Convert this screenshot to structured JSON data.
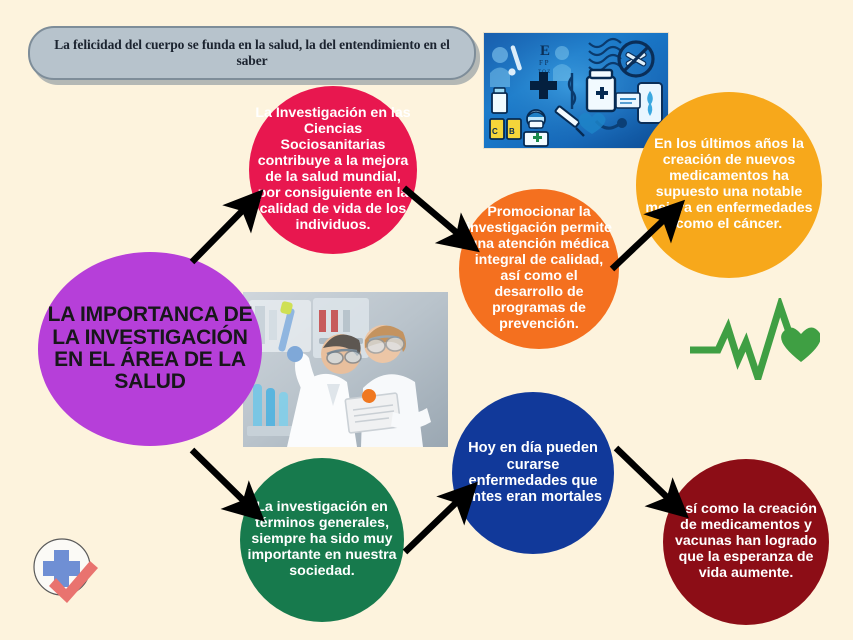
{
  "page": {
    "background_color": "#fdf3dd",
    "title": "La importancia de la investigación en el área de la salud"
  },
  "quote_banner": {
    "text": "La felicidad del cuerpo se funda en la salud, la del entendimiento en el saber",
    "background_color": "#b7c3cc",
    "border_color": "#7e8d99",
    "text_color": "#1c2430"
  },
  "center_bubble": {
    "text": "LA IMPORTANCA DE LA INVESTIGACIÓN EN EL ÁREA DE LA SALUD",
    "color": "#b63fd9",
    "text_color": "#17171a"
  },
  "bubbles": [
    {
      "id": "pink",
      "text": "La Investigación en las Ciencias Sociosanitarias contribuye a la mejora de la salud mundial, por consiguiente en la calidad de vida de los individuos.",
      "color": "#e8174f",
      "text_color": "#ffffff"
    },
    {
      "id": "orange",
      "text": "Promocionar la investigación permite una atención médica integral de calidad, así como el desarrollo de programas de prevención.",
      "color": "#f4701f",
      "text_color": "#ffffff"
    },
    {
      "id": "gold",
      "text": "En los últimos años la creación de nuevos medicamentos ha supuesto una notable mejora en enfermedades como el cáncer.",
      "color": "#f7a81b",
      "text_color": "#ffffff"
    },
    {
      "id": "green",
      "text": "La investigación en términos generales, siempre ha sido muy importante en nuestra sociedad.",
      "color": "#177a4d",
      "text_color": "#ffffff"
    },
    {
      "id": "blue",
      "text": "Hoy en día pueden curarse enfermedades que antes eran mortales",
      "color": "#11399a",
      "text_color": "#ffffff"
    },
    {
      "id": "maroon",
      "text": "Así como la creación de medicamentos y vacunas han logrado que la esperanza de vida aumente.",
      "color": "#8c0d16",
      "text_color": "#ffffff"
    }
  ],
  "arrows": [
    {
      "id": "center-to-pink",
      "from": "center_bubble",
      "to": "pink",
      "direction": "up-right",
      "color": "#000000"
    },
    {
      "id": "pink-to-orange",
      "from": "pink",
      "to": "orange",
      "direction": "down-right",
      "color": "#000000"
    },
    {
      "id": "orange-to-gold",
      "from": "orange",
      "to": "gold",
      "direction": "up-right",
      "color": "#000000"
    },
    {
      "id": "center-to-green",
      "from": "center_bubble",
      "to": "green",
      "direction": "down-right",
      "color": "#000000"
    },
    {
      "id": "green-to-blue",
      "from": "green",
      "to": "blue",
      "direction": "up-right",
      "color": "#000000"
    },
    {
      "id": "blue-to-maroon",
      "from": "blue",
      "to": "maroon",
      "direction": "down-right",
      "color": "#000000"
    }
  ],
  "images": [
    {
      "id": "medical-collage",
      "alt": "Collage azul de iconos médicos: medicamentos, jeringa, ADN, cruz, estetoscopio, termómetro",
      "dominant_color": "#1473c4"
    },
    {
      "id": "lab-photo",
      "alt": "Dos científicos con bata blanca y gafas de seguridad trabajando con pipeta y tubos de ensayo en un laboratorio",
      "dominant_color": "#e8e9ec"
    }
  ],
  "icons": [
    {
      "id": "ecg-heart",
      "name": "heartbeat-icon",
      "color": "#3f9f43"
    },
    {
      "id": "cross-check",
      "name": "medical-cross-check-icon",
      "cross_color": "#6f8fd4",
      "check_color": "#e9736f"
    }
  ]
}
